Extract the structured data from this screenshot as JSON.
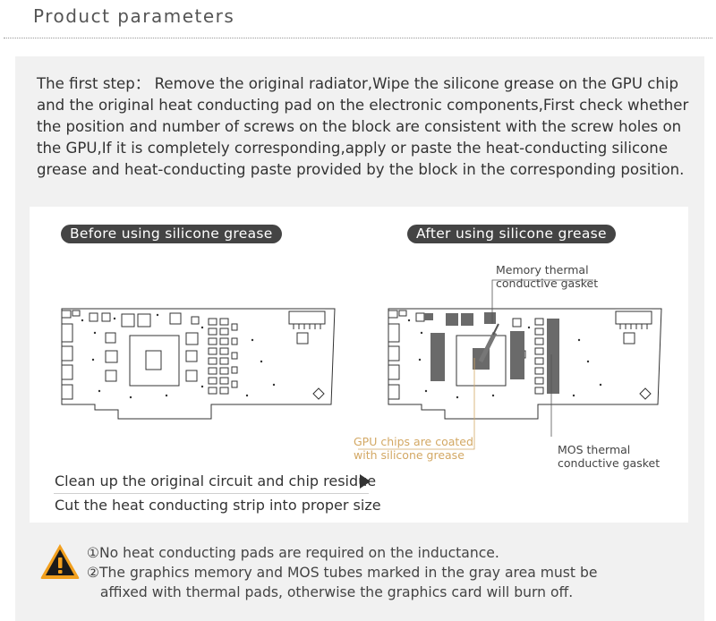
{
  "header": {
    "title": "Product parameters"
  },
  "intro": {
    "lines": [
      "The first step： Remove the original radiator,Wipe the silicone grease on the GPU chip",
      "and the original heat conducting pad on the electronic components,First check whether",
      "the position and number of screws on the block are consistent with the screw holes on",
      "the GPU,If it is completely corresponding,apply or paste the heat-conducting silicone",
      "grease and heat-conducting paste provided by the block in the corresponding position."
    ]
  },
  "before": {
    "label": "Before using silicone grease"
  },
  "after": {
    "label": "After using silicone grease",
    "callouts": {
      "memory": [
        "Memory thermal",
        "conductive gasket"
      ],
      "gpu": [
        "GPU chips are coated",
        "with silicone grease"
      ],
      "mos": [
        "MOS thermal",
        "conductive gasket"
      ]
    }
  },
  "steps": [
    "Clean up the original circuit and chip residue",
    "Cut the heat conducting strip into proper size"
  ],
  "notes": [
    "①No heat conducting pads are required on the inductance.",
    "②The graphics memory and MOS tubes marked in the gray area must be",
    "   affixed with thermal pads, otherwise the graphics card will burn off."
  ],
  "colors": {
    "accent_gold": "#d3a864",
    "warning_orange": "#f2a01e",
    "pad_gray": "#666666",
    "pill_bg": "#444444"
  },
  "icons": [
    "warning-icon",
    "play-triangle-icon"
  ]
}
